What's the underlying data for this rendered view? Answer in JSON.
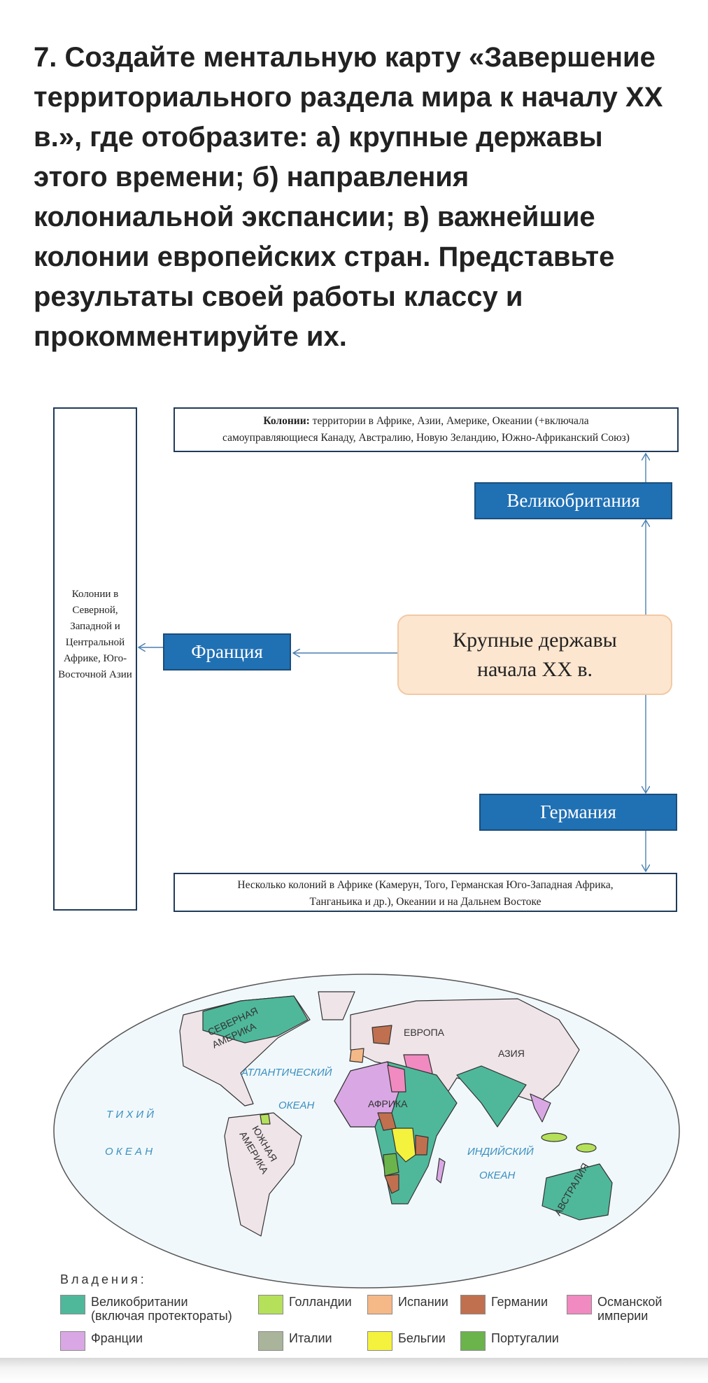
{
  "task": {
    "lines": [
      "7. Создайте ментальную карту «Завершение",
      "территориального раздела мира к началу XX",
      "в.», где отобразите: а) крупные державы",
      "этого времени; б) направления",
      "колониальной экспансии; в) важнейшие",
      "колонии европейских стран. Представьте",
      "результаты своей работы классу и",
      "прокомментируйте их."
    ]
  },
  "diagram": {
    "center": {
      "line1": "Крупные державы",
      "line2": "начала XX в."
    },
    "britain": {
      "label": "Великобритания",
      "colonies_bold": "Колонии:",
      "colonies_line1": " территории в Африке, Азии, Америке, Океании (+включала",
      "colonies_line2": "самоуправляющиеся Канаду, Австралию, Новую Зеландию, Южно-Африканский Союз)"
    },
    "france": {
      "label": "Франция",
      "colonies": "Колонии в Северной, Западной и Центральной Африке, Юго-Восточной Азии"
    },
    "germany": {
      "label": "Германия",
      "colonies_line1": "Несколько колоний в Африке (Камерун, Того, Германская Юго-Западная Африка,",
      "colonies_line2": "Танганьика и др.), Океании и на Дальнем Востоке"
    }
  },
  "map": {
    "labels": {
      "north_america_1": "СЕВЕРНАЯ",
      "north_america_2": "АМЕРИКА",
      "europe": "ЕВРОПА",
      "asia": "АЗИЯ",
      "africa": "АФРИКА",
      "atlantic_1": "АТЛАНТИЧЕСКИЙ",
      "atlantic_2": "ОКЕАН",
      "pacific_1": "Т И Х И Й",
      "pacific_2": "О К Е А Н",
      "south_america_1": "ЮЖНАЯ",
      "south_america_2": "АМЕРИКА",
      "indian_1": "ИНДИЙСКИЙ",
      "indian_2": "ОКЕАН",
      "australia": "АВСТРАЛИЯ"
    },
    "legend": {
      "title": "Владения:",
      "items": [
        {
          "label": "Великобритании",
          "label2": "(включая протектораты)",
          "color": "#4fb89a"
        },
        {
          "label": "Голландии",
          "color": "#b5e05a"
        },
        {
          "label": "Испании",
          "color": "#f5b887"
        },
        {
          "label": "Германии",
          "color": "#c0704f"
        },
        {
          "label": "Османской",
          "label2": "империи",
          "color": "#f08ac0"
        },
        {
          "label": "Франции",
          "color": "#d9a8e4"
        },
        {
          "label": "Италии",
          "color": "#a9b49a"
        },
        {
          "label": "Бельгии",
          "color": "#f4f23c"
        },
        {
          "label": "Португалии",
          "color": "#6bb44c"
        }
      ]
    }
  }
}
